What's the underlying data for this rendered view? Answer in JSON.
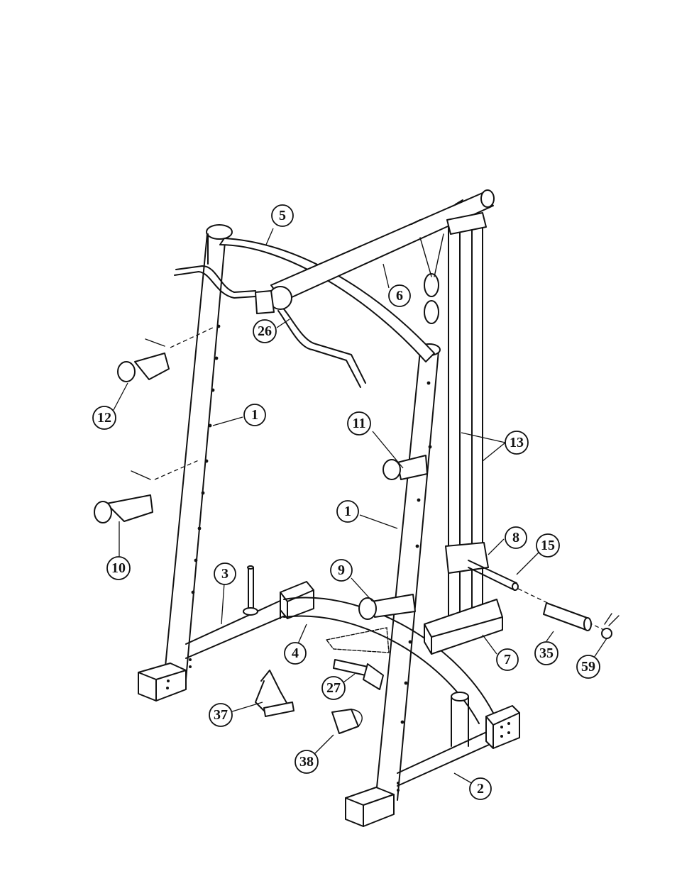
{
  "callouts": [
    {
      "id": "c5",
      "label": "5"
    },
    {
      "id": "c6",
      "label": "6"
    },
    {
      "id": "c26",
      "label": "26"
    },
    {
      "id": "c12",
      "label": "12"
    },
    {
      "id": "c1a",
      "label": "1"
    },
    {
      "id": "c11",
      "label": "11"
    },
    {
      "id": "c13",
      "label": "13"
    },
    {
      "id": "c1b",
      "label": "1"
    },
    {
      "id": "c8",
      "label": "8"
    },
    {
      "id": "c15",
      "label": "15"
    },
    {
      "id": "c10",
      "label": "10"
    },
    {
      "id": "c3",
      "label": "3"
    },
    {
      "id": "c9",
      "label": "9"
    },
    {
      "id": "c4",
      "label": "4"
    },
    {
      "id": "c7",
      "label": "7"
    },
    {
      "id": "c35",
      "label": "35"
    },
    {
      "id": "c59",
      "label": "59"
    },
    {
      "id": "c27",
      "label": "27"
    },
    {
      "id": "c37",
      "label": "37"
    },
    {
      "id": "c38",
      "label": "38"
    },
    {
      "id": "c2",
      "label": "2"
    }
  ]
}
